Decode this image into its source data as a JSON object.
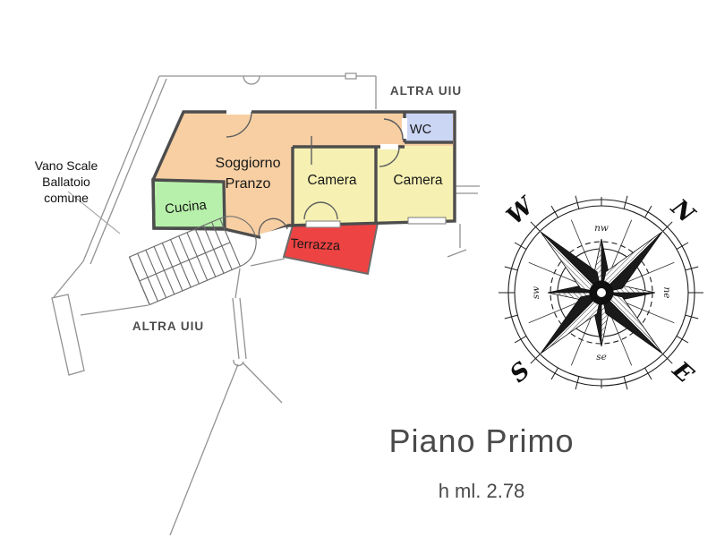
{
  "titles": {
    "floor": "Piano Primo",
    "height": "h ml. 2.78"
  },
  "annotations": {
    "stairwell_line1": "Vano Scale",
    "stairwell_line2": "Ballatoio",
    "stairwell_line3": "comune",
    "other_unit_top": "ALTRA UIU",
    "other_unit_bottom": "ALTRA UIU"
  },
  "rooms": {
    "soggiorno": {
      "label_line1": "Soggiorno",
      "label_line2": "Pranzo",
      "color": "#f7cfa3"
    },
    "cucina": {
      "label": "Cucina",
      "color": "#b7f0aa"
    },
    "camera1": {
      "label": "Camera",
      "color": "#f6f1b2"
    },
    "camera2": {
      "label": "Camera",
      "color": "#f6f1b2"
    },
    "wc": {
      "label": "WC",
      "color": "#cbd5f4"
    },
    "terrazza": {
      "label": "Terrazza",
      "color": "#ee4343",
      "label_color": "#2b0d0d"
    }
  },
  "colors": {
    "wall": "#4d4d4d",
    "outline": "#929292"
  },
  "compass": {
    "cardinal": [
      "W",
      "N",
      "S",
      "E"
    ],
    "intercardinal": [
      "nw",
      "ne",
      "se",
      "sw"
    ]
  }
}
